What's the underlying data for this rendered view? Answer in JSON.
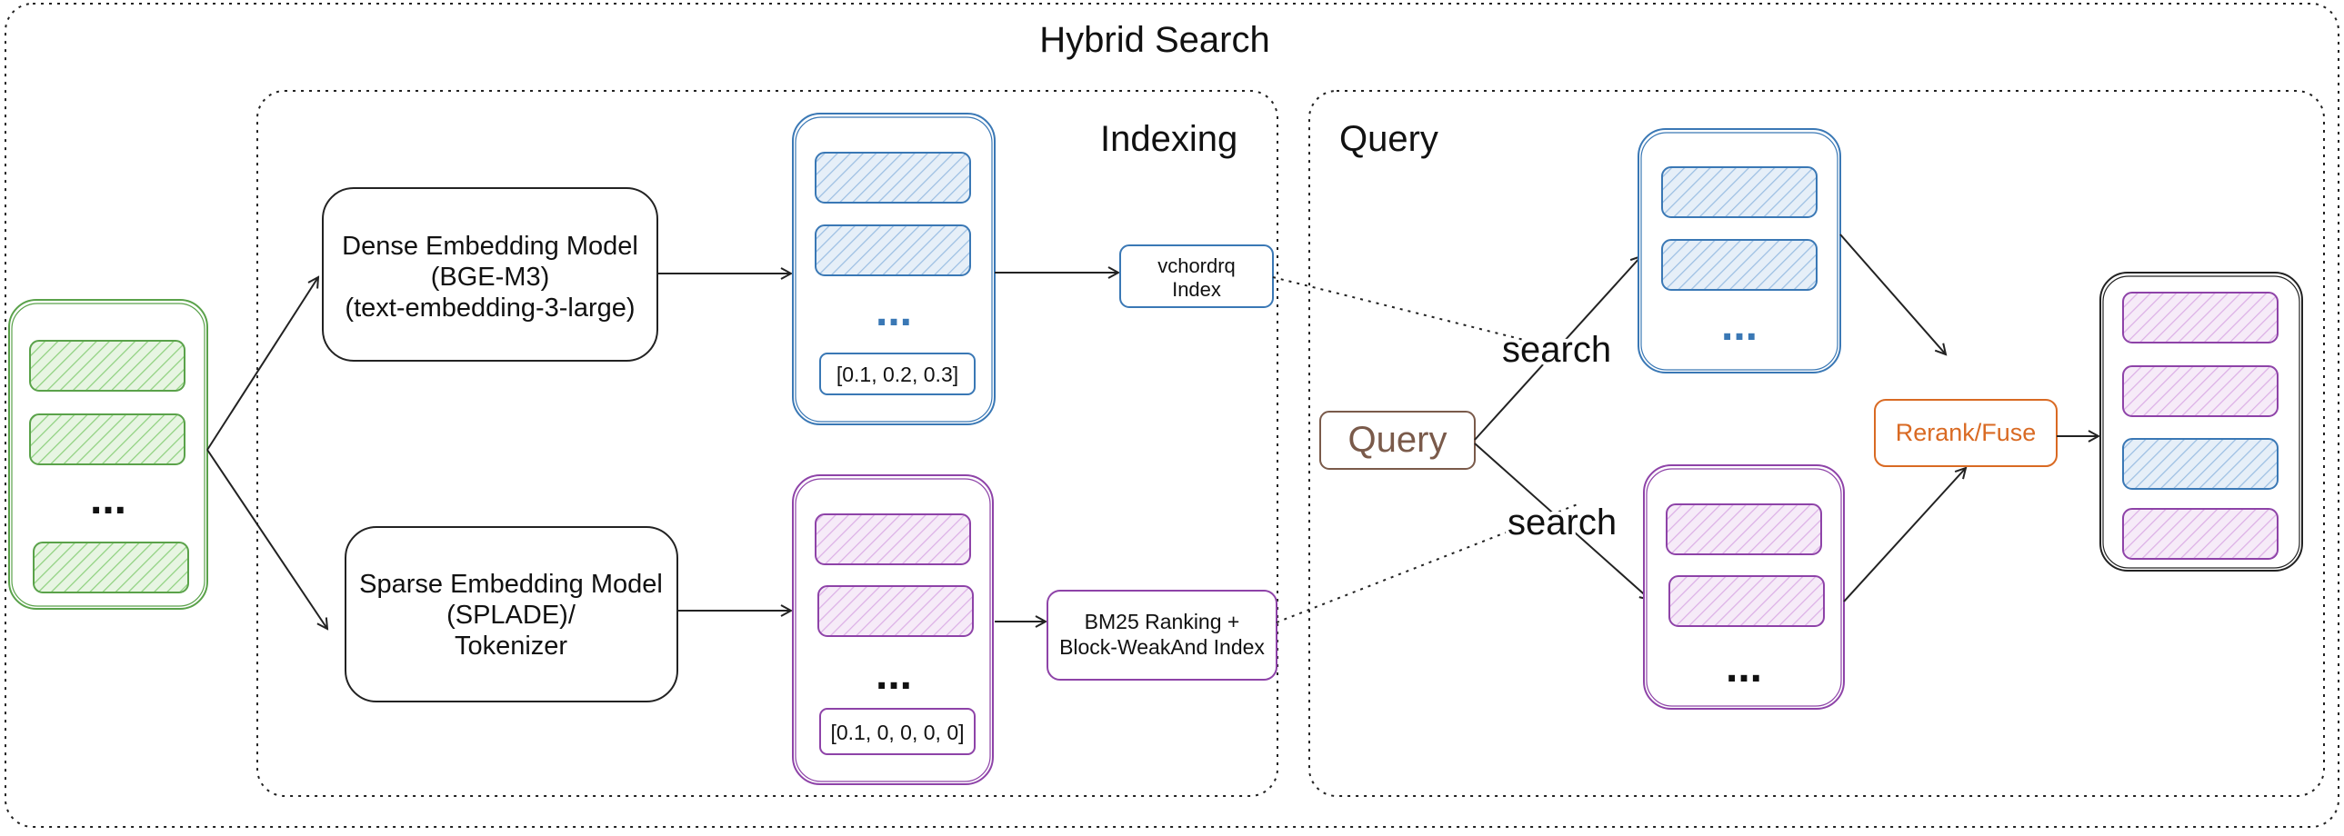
{
  "title": "Hybrid Search",
  "indexing": {
    "title": "Indexing",
    "dense_model": [
      "Dense Embedding Model",
      "(BGE-M3)",
      "(text-embedding-3-large)"
    ],
    "sparse_model": [
      "Sparse Embedding Model",
      "(SPLADE)/",
      "Tokenizer"
    ],
    "dense_stack": {
      "ellipsis": "...",
      "vector": "[0.1, 0.2, 0.3]"
    },
    "sparse_stack": {
      "ellipsis": "...",
      "vector": "[0.1, 0, 0, 0, 0]"
    },
    "dense_index": [
      "vchordrq",
      "Index"
    ],
    "sparse_index": [
      "BM25 Ranking +",
      "Block-WeakAnd Index"
    ]
  },
  "documents": {
    "ellipsis": "..."
  },
  "query": {
    "title": "Query",
    "query_box": "Query",
    "search_top": "search",
    "search_bottom": "search",
    "dense_results": {
      "ellipsis": "..."
    },
    "sparse_results": {
      "ellipsis": "..."
    },
    "rerank": "Rerank/Fuse"
  },
  "colors": {
    "green": "#5aa24a",
    "green_fill": "#c9e9c0",
    "blue": "#3a78b5",
    "blue_fill": "#bcd5ec",
    "purple": "#8e43a8",
    "purple_fill": "#e3c7ea",
    "brown": "#7a5a4a",
    "orange": "#d96a23"
  }
}
